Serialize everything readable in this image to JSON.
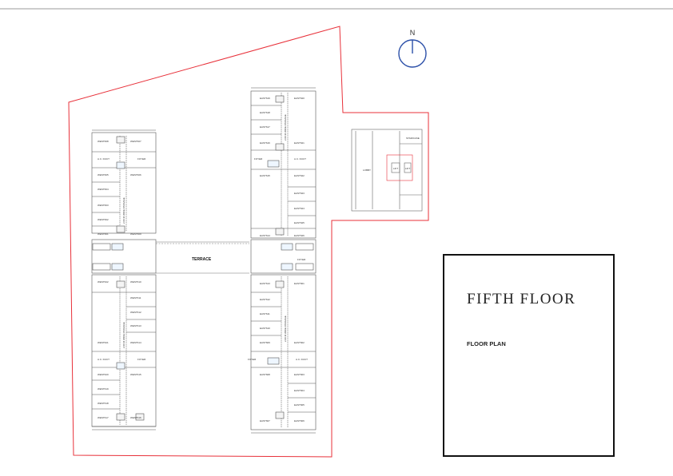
{
  "title": "FIFTH FLOOR",
  "subtitle": "FLOOR PLAN",
  "north_label": "N",
  "terrace_label": "TERRACE",
  "colors": {
    "boundary": "#e8313a",
    "walls": "#555555",
    "text": "#222222"
  },
  "west_wing_top_labels": [
    "WEST608",
    "WEST607",
    "A.C. DUCT",
    "FOYER",
    "WEST605",
    "WEST606",
    "WEST604",
    "WEST603",
    "WEST602",
    "WEST601",
    "WEST609"
  ],
  "west_wing_bottom_labels": [
    "WEST622",
    "WEST610",
    "WEST611",
    "WEST612",
    "WEST613",
    "WEST614",
    "WEST621",
    "A.C. DUCT",
    "FOYER",
    "WEST620",
    "WEST615",
    "WEST619",
    "WEST618",
    "WEST616",
    "WEST617"
  ],
  "east_wing_top_labels": [
    "EAST619",
    "EAST620",
    "EAST618",
    "EAST617",
    "EAST621",
    "EAST616",
    "FOYER",
    "A.C. DUCT",
    "EAST615",
    "EAST622",
    "EAST623",
    "EAST624",
    "EAST625",
    "EAST614",
    "EAST626"
  ],
  "east_wing_bottom_labels": [
    "FOYER",
    "EAST613",
    "EAST601",
    "EAST612",
    "EAST611",
    "EAST610",
    "EAST609",
    "EAST602",
    "A.C. DUCT",
    "FOYER",
    "EAST608",
    "EAST603",
    "EAST604",
    "EAST605",
    "EAST607",
    "EAST606"
  ],
  "passage_labels": [
    "2.00 M WIDE PASSAGE",
    "2.00 M WIDE PASSAGE",
    "2.00 M WIDE PASSAGE",
    "2.00 M WIDE PASSAGE"
  ],
  "core_labels": [
    "LOBBY",
    "LIFT",
    "LIFT",
    "STAIRCASE"
  ]
}
